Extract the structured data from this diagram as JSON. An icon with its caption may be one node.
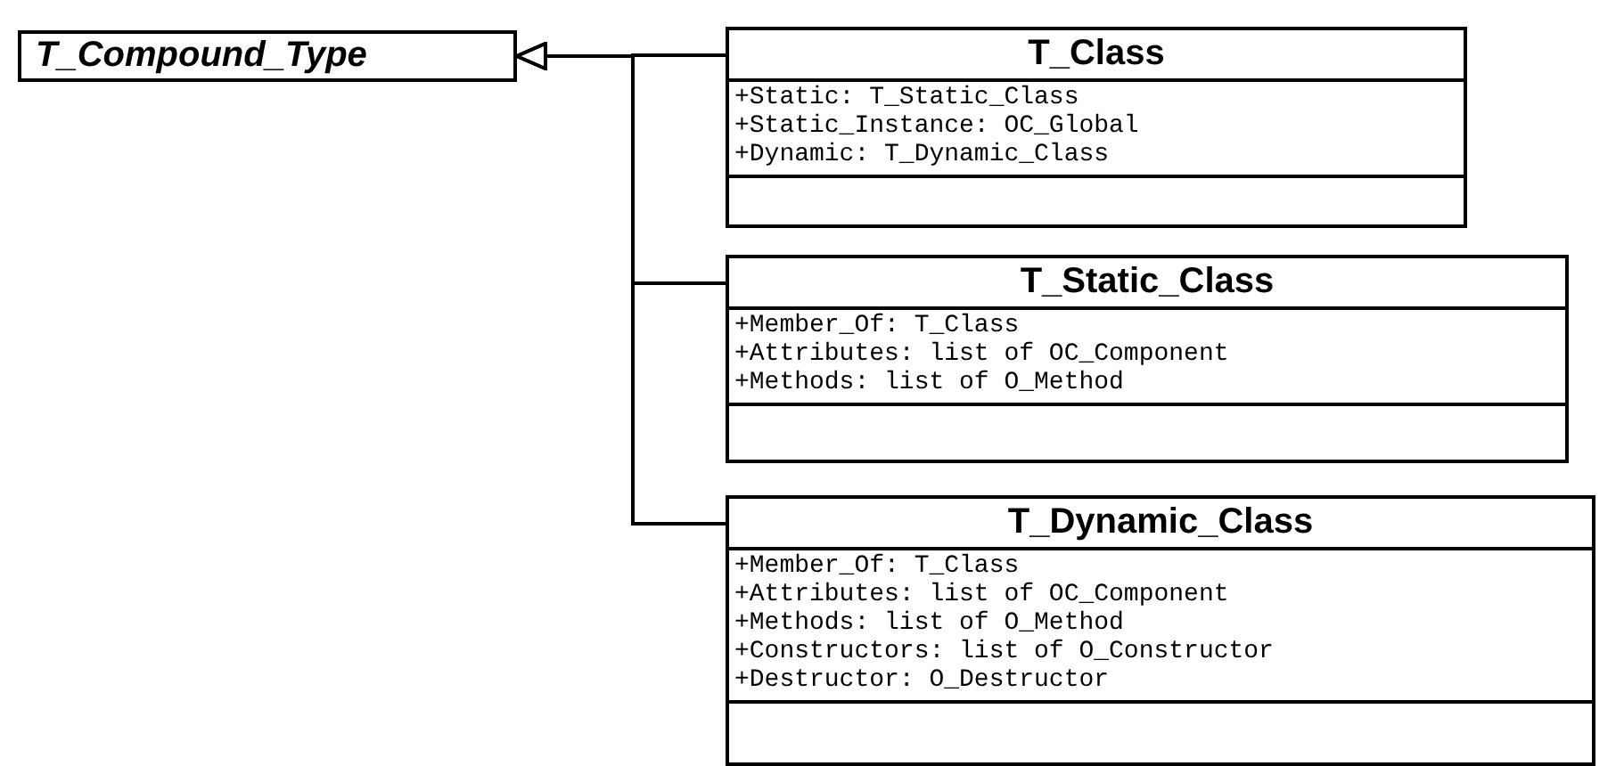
{
  "diagram": {
    "nodes": [
      {
        "text": [
          "T_Compound_Type"
        ]
      },
      {
        "text": [
          "T_Class",
          "+Static: T_Static_Class",
          "+Static_Instance: OC_Global",
          "+Dynamic: T_Dynamic_Class"
        ]
      },
      {
        "text": [
          "T_Static_Class",
          "+Member_Of: T_Class",
          "+Attributes: list of OC_Component",
          "+Methods: list of O_Method"
        ]
      },
      {
        "text": [
          "T_Dynamic_Class",
          "+Member_Of: T_Class",
          "+Attributes: list of OC_Component",
          "+Methods: list of O_Method",
          "+Constructors: list of O_Constructor",
          "+Destructor: O_Destructor"
        ]
      }
    ],
    "edges": [
      {
        "from": 1,
        "to": 0,
        "arrow": "to"
      },
      {
        "from": 2,
        "to": 0,
        "arrow": "to"
      },
      {
        "from": 3,
        "to": 0,
        "arrow": "to"
      }
    ]
  }
}
